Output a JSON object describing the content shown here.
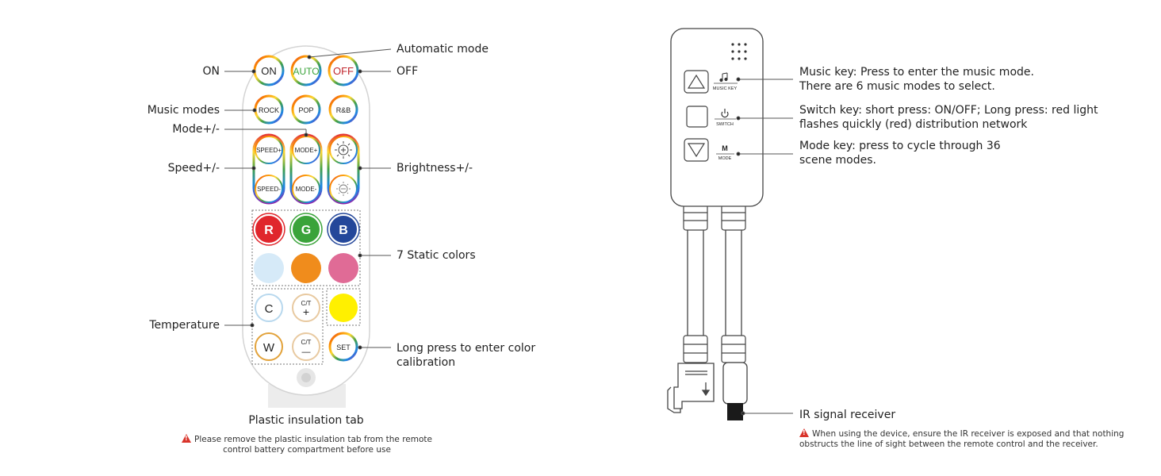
{
  "remote": {
    "buttons": {
      "on": "ON",
      "auto": "AUTO",
      "off": "OFF",
      "rock": "ROCK",
      "pop": "POP",
      "rnb": "R&B",
      "speed_plus": "SPEED+",
      "speed_minus": "SPEED-",
      "mode_plus": "MODE+",
      "mode_minus": "MODE-",
      "r": "R",
      "g": "G",
      "b": "B",
      "c": "C",
      "ct": "C/T",
      "w": "W",
      "set": "SET",
      "plus_sign": "+",
      "minus_sign": "—"
    },
    "labels": {
      "on": "ON",
      "music_modes": "Music modes",
      "mode_pm": "Mode+/-",
      "speed_pm": "Speed+/-",
      "temperature": "Temperature",
      "automatic_mode": "Automatic mode",
      "off": "OFF",
      "brightness_pm": "Brightness+/-",
      "static_colors": "7 Static colors",
      "long_press": "Long press to enter color calibration"
    },
    "caption": "Plastic insulation tab",
    "note": "Please remove the plastic insulation tab from the remote control battery compartment before use",
    "colors": {
      "red": "#e0262c",
      "green": "#3aa33a",
      "blue": "#24479a",
      "light_blue": "#d6eaf8",
      "orange": "#f08c1c",
      "pink": "#e06b96",
      "yellow": "#fff000"
    }
  },
  "controller": {
    "keys": {
      "music_label": "MUSIC KEY",
      "switch_label": "SWITCH",
      "mode_label": "MODE",
      "mode_letter": "M"
    },
    "labels": {
      "music_key": "Music key: Press to enter the music mode. There are 6 music modes to select.",
      "switch_key": "Switch key: short press: ON/OFF; Long press: red light flashes quickly (red) distribution network",
      "mode_key": "Mode key: press to cycle through 36 scene modes.",
      "ir_receiver": "IR signal receiver"
    },
    "note": "When using the device, ensure the IR receiver is exposed and that nothing obstructs the line of sight between the remote control and the receiver."
  }
}
